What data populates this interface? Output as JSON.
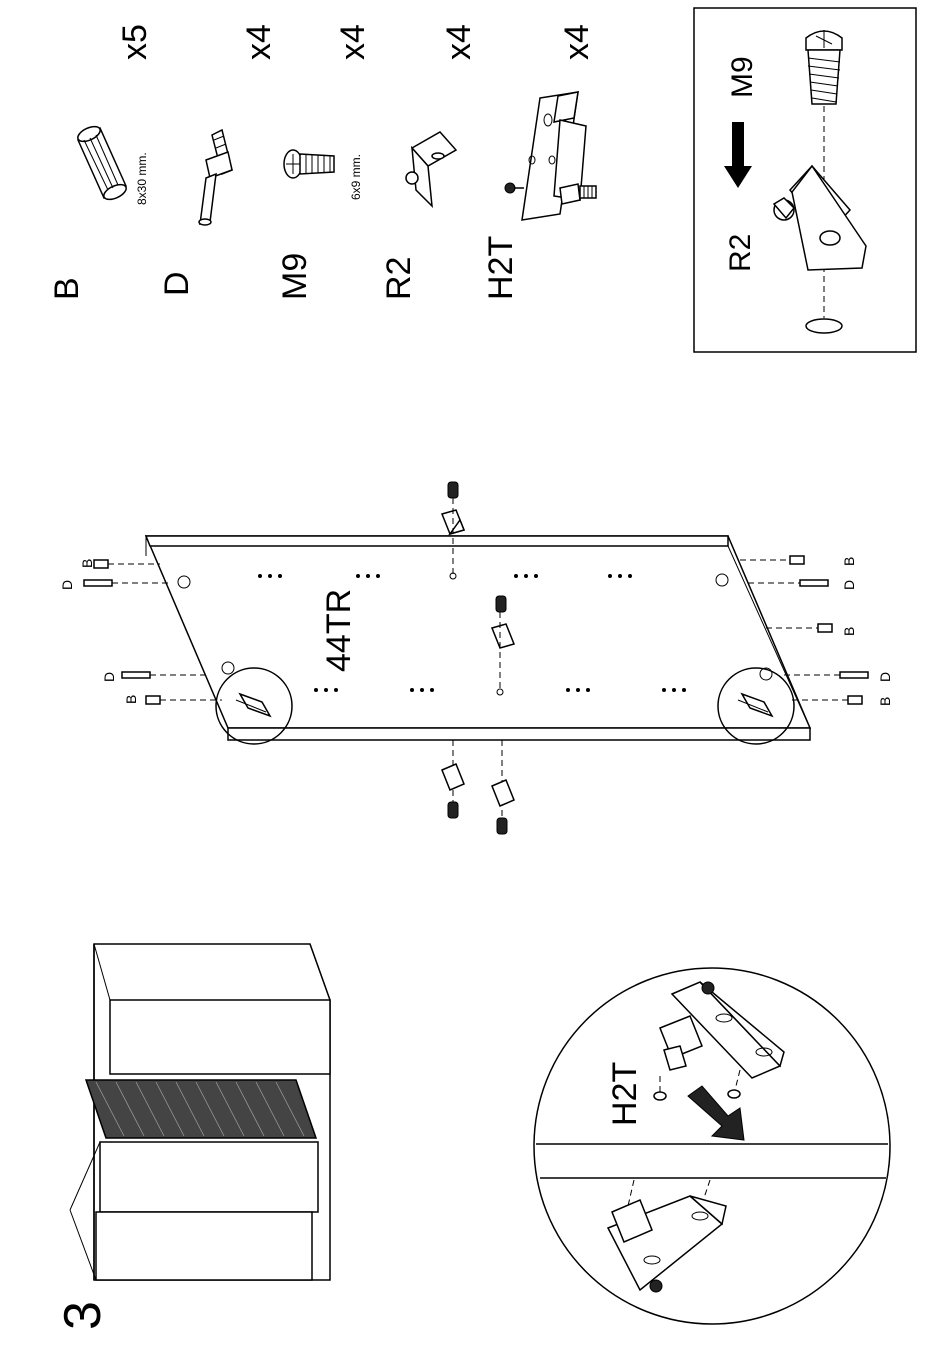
{
  "step": {
    "number": "3"
  },
  "parts": [
    {
      "code": "B",
      "qty": "x5",
      "dimension": "8x30 mm.",
      "icon": "dowel-icon"
    },
    {
      "code": "D",
      "qty": "x4",
      "dimension": "",
      "icon": "cam-bolt-icon"
    },
    {
      "code": "M9",
      "qty": "x4",
      "dimension": "6x9 mm.",
      "icon": "screw-icon"
    },
    {
      "code": "R2",
      "qty": "x4",
      "dimension": "",
      "icon": "angle-bracket-icon"
    },
    {
      "code": "H2T",
      "qty": "x4",
      "dimension": "",
      "icon": "hinge-plate-icon"
    }
  ],
  "detail_box": {
    "screw_label": "M9",
    "bracket_label": "R2"
  },
  "panel": {
    "label": "44TR"
  },
  "panel_callouts": {
    "left_top_b": "B",
    "left_top_d": "D",
    "left_bottom_d": "D",
    "left_bottom_b": "B",
    "right_top_b": "B",
    "right_top_d": "D",
    "right_mid_b": "B",
    "right_bottom_d": "D",
    "right_bottom_b": "B"
  },
  "zoom_detail": {
    "label": "H2T"
  }
}
